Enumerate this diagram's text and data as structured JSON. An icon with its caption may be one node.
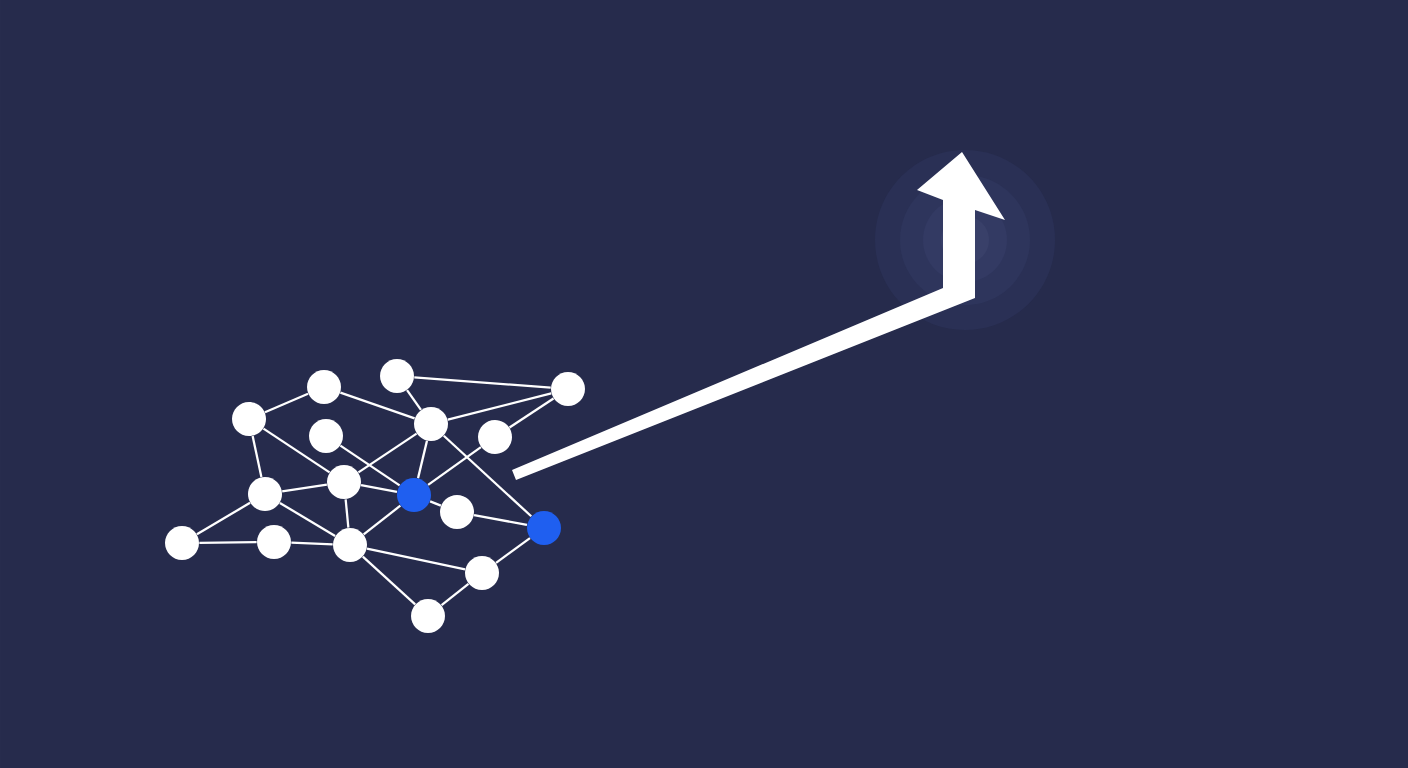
{
  "diagram": {
    "nodes": [
      {
        "text": [],
        "shape": "circle"
      },
      {
        "text": [],
        "shape": "circle"
      },
      {
        "text": [],
        "shape": "circle"
      },
      {
        "text": [],
        "shape": "circle"
      },
      {
        "text": [],
        "shape": "circle"
      },
      {
        "text": [],
        "shape": "circle"
      },
      {
        "text": [],
        "shape": "circle"
      },
      {
        "text": [],
        "shape": "circle"
      },
      {
        "text": [],
        "shape": "circle"
      },
      {
        "text": [],
        "shape": "circle"
      },
      {
        "text": [],
        "shape": "circle"
      },
      {
        "text": [],
        "shape": "circle"
      },
      {
        "text": [],
        "shape": "circle"
      },
      {
        "text": [],
        "shape": "circle"
      },
      {
        "text": [],
        "shape": "circle"
      },
      {
        "text": [],
        "shape": "circle"
      },
      {
        "text": [],
        "shape": "circle"
      }
    ],
    "edges": [
      {
        "from": 0,
        "to": 2,
        "arrow": "none"
      },
      {
        "from": 0,
        "to": 4,
        "arrow": "none"
      },
      {
        "from": 1,
        "to": 3,
        "arrow": "none"
      },
      {
        "from": 1,
        "to": 4,
        "arrow": "none"
      },
      {
        "from": 4,
        "to": 2,
        "arrow": "none"
      },
      {
        "from": 6,
        "to": 2,
        "arrow": "none"
      },
      {
        "from": 3,
        "to": 9,
        "arrow": "none"
      },
      {
        "from": 3,
        "to": 7,
        "arrow": "none"
      },
      {
        "from": 5,
        "to": 8,
        "arrow": "none"
      },
      {
        "from": 4,
        "to": 7,
        "arrow": "none"
      },
      {
        "from": 4,
        "to": 8,
        "arrow": "none"
      },
      {
        "from": 4,
        "to": 11,
        "arrow": "none"
      },
      {
        "from": 6,
        "to": 8,
        "arrow": "none"
      },
      {
        "from": 7,
        "to": 8,
        "arrow": "none"
      },
      {
        "from": 9,
        "to": 7,
        "arrow": "none"
      },
      {
        "from": 7,
        "to": 14,
        "arrow": "none"
      },
      {
        "from": 8,
        "to": 10,
        "arrow": "none"
      },
      {
        "from": 8,
        "to": 14,
        "arrow": "none"
      },
      {
        "from": 10,
        "to": 11,
        "arrow": "none"
      },
      {
        "from": 9,
        "to": 12,
        "arrow": "none"
      },
      {
        "from": 9,
        "to": 14,
        "arrow": "none"
      },
      {
        "from": 12,
        "to": 13,
        "arrow": "none"
      },
      {
        "from": 13,
        "to": 14,
        "arrow": "none"
      },
      {
        "from": 14,
        "to": 15,
        "arrow": "none"
      },
      {
        "from": 14,
        "to": 16,
        "arrow": "none"
      },
      {
        "from": 15,
        "to": 11,
        "arrow": "none"
      },
      {
        "from": 16,
        "to": 15,
        "arrow": "none"
      }
    ]
  }
}
